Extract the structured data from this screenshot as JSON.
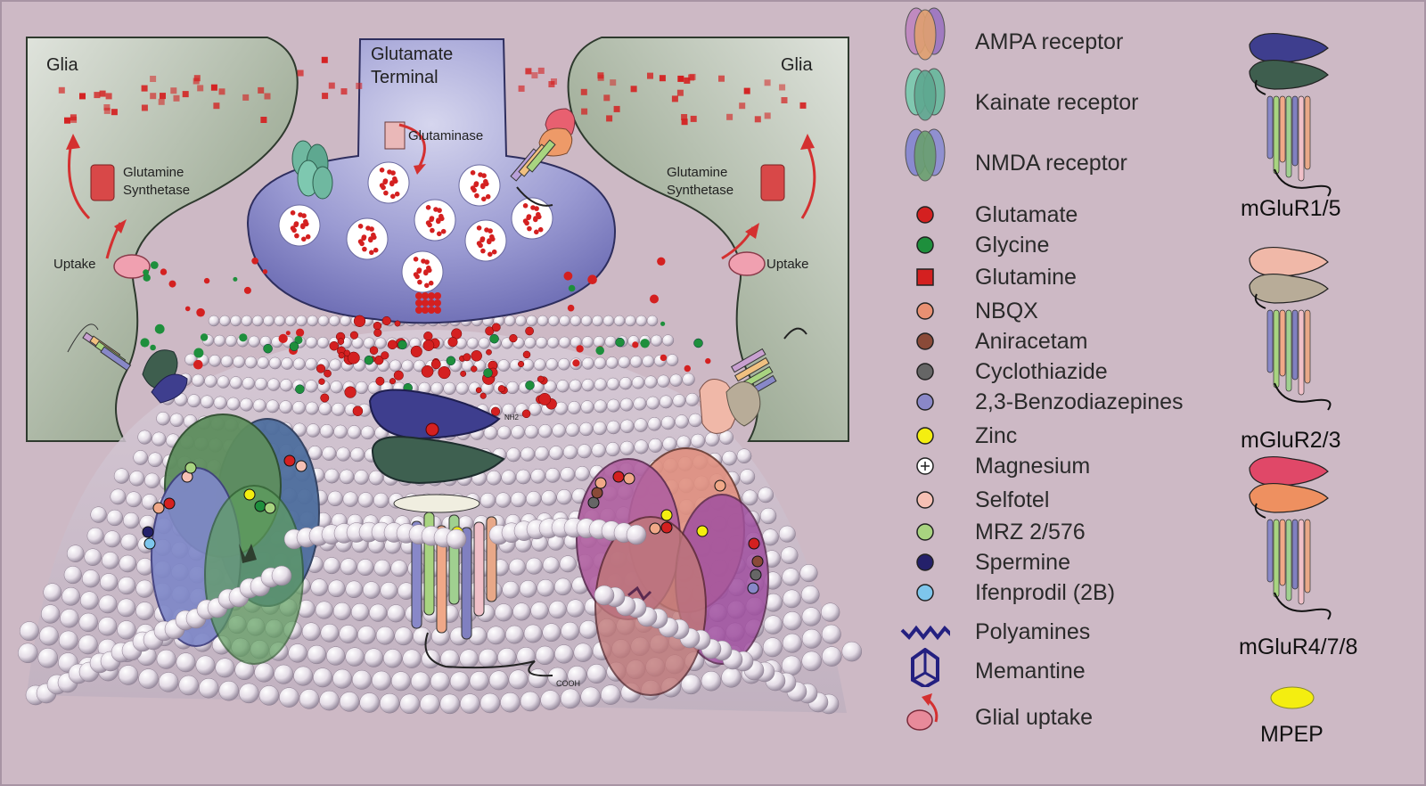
{
  "labels": {
    "glia_left": "Glia",
    "glia_right": "Glia",
    "terminal_line1": "Glutamate",
    "terminal_line2": "Terminal",
    "glutaminase": "Glutaminase",
    "synthetase_left_1": "Glutamine",
    "synthetase_left_2": "Synthetase",
    "synthetase_right_1": "Glutamine",
    "synthetase_right_2": "Synthetase",
    "uptake_left": "Uptake",
    "uptake_right": "Uptake",
    "cooh": "COOH",
    "nh2": "NH2"
  },
  "legend": [
    {
      "label": "AMPA receptor",
      "icon": "ampa-receptor-icon",
      "color": "#b57fb0"
    },
    {
      "label": "Kainate receptor",
      "icon": "kainate-receptor-icon",
      "color": "#6fb8a0"
    },
    {
      "label": "NMDA receptor",
      "icon": "nmda-receptor-icon",
      "color": "#7f88c8"
    },
    {
      "label": "Glutamate",
      "icon": "dot-icon",
      "color": "#d42020"
    },
    {
      "label": "Glycine",
      "icon": "dot-icon",
      "color": "#1e8f3c"
    },
    {
      "label": "Glutamine",
      "icon": "square-icon",
      "color": "#d42020"
    },
    {
      "label": "NBQX",
      "icon": "dot-icon",
      "color": "#e89072"
    },
    {
      "label": "Aniracetam",
      "icon": "dot-icon",
      "color": "#8a4a38"
    },
    {
      "label": "Cyclothiazide",
      "icon": "dot-icon",
      "color": "#666666"
    },
    {
      "label": "2,3-Benzodiazepines",
      "icon": "dot-icon",
      "color": "#8a88c8"
    },
    {
      "label": "Zinc",
      "icon": "dot-icon",
      "color": "#f4ee10"
    },
    {
      "label": "Magnesium",
      "icon": "plus-circle-icon",
      "color": "#ffffff"
    },
    {
      "label": "Selfotel",
      "icon": "dot-icon",
      "color": "#f6c0b4"
    },
    {
      "label": "MRZ 2/576",
      "icon": "dot-icon",
      "color": "#a8d480"
    },
    {
      "label": "Spermine",
      "icon": "dot-icon",
      "color": "#24206a"
    },
    {
      "label": "Ifenprodil (2B)",
      "icon": "dot-icon",
      "color": "#7ec6ec"
    },
    {
      "label": "Polyamines",
      "icon": "zigzag-icon",
      "color": "#242080"
    },
    {
      "label": "Memantine",
      "icon": "memantine-icon",
      "color": "#242080"
    },
    {
      "label": "Glial uptake",
      "icon": "glial-uptake-icon",
      "color": "#e88a9a"
    }
  ],
  "mglur": [
    {
      "label": "mGluR1/5",
      "top_color": "#3e3e8e",
      "bottom_color": "#3e5e4e"
    },
    {
      "label": "mGluR2/3",
      "top_color": "#f0b8a8",
      "bottom_color": "#b8ac98"
    },
    {
      "label": "mGluR4/7/8",
      "top_color": "#e04868",
      "bottom_color": "#ee9060"
    }
  ],
  "mpep": {
    "label": "MPEP",
    "color": "#f4ee10"
  },
  "colors": {
    "background": "#cdb9c5",
    "glia": "#9fac97",
    "terminal": "#8c8cc8",
    "membrane": "#ece6ec",
    "glutamate": "#d42020",
    "glycine": "#1e8f3c"
  }
}
